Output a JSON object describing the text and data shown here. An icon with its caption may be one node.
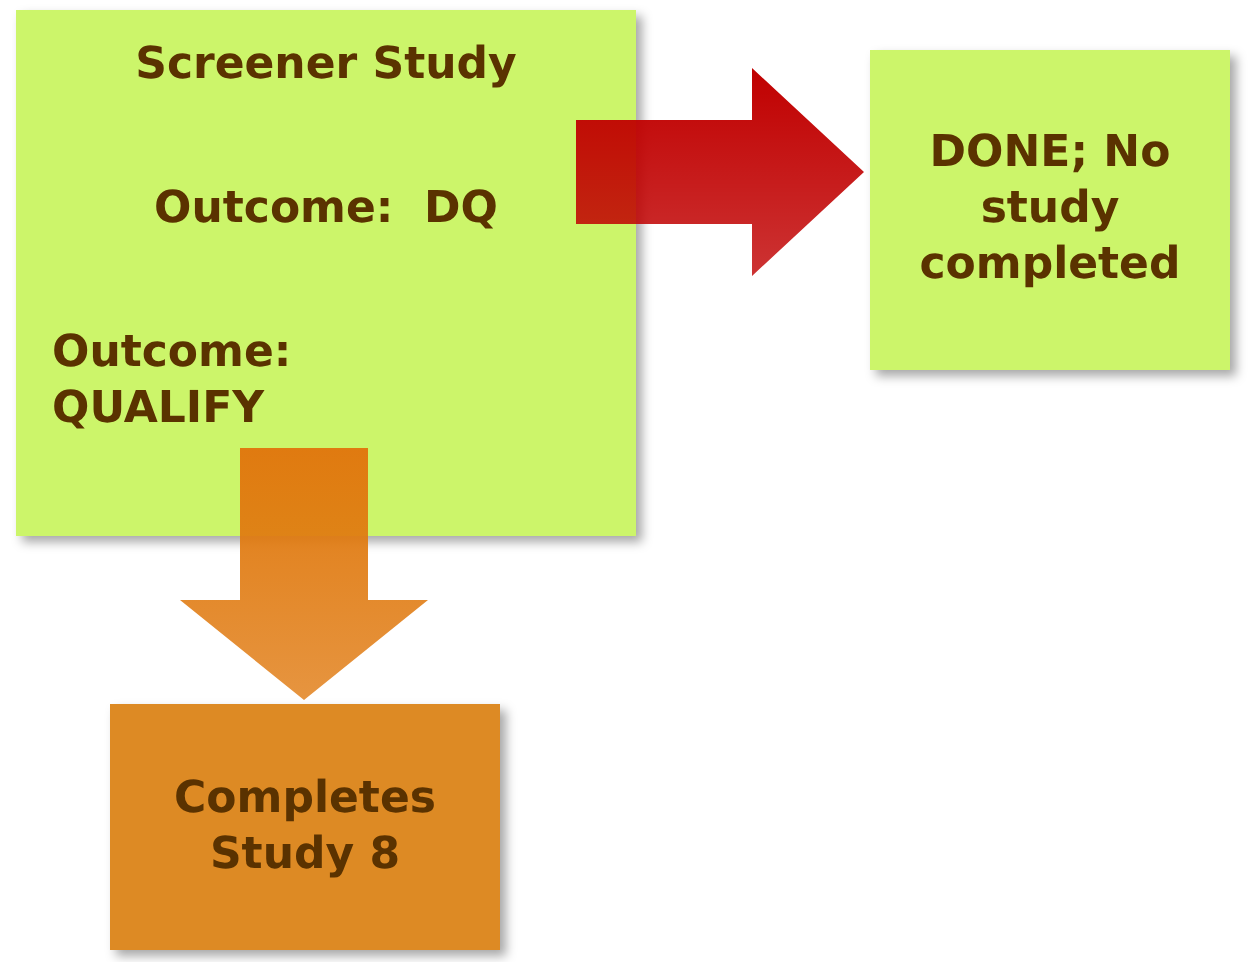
{
  "diagram": {
    "nodes": [
      {
        "text": [
          "Screener Study",
          "Outcome:  DQ",
          "Outcome: QUALIFY"
        ]
      },
      {
        "text": [
          "DONE; No study completed"
        ]
      },
      {
        "text": [
          "Completes Study 8"
        ]
      }
    ],
    "edges": [
      {
        "from": 0,
        "to": 1,
        "arrow": "to",
        "color": "#c00000"
      },
      {
        "from": 0,
        "to": 2,
        "arrow": "to",
        "color": "#e07a10"
      }
    ]
  }
}
